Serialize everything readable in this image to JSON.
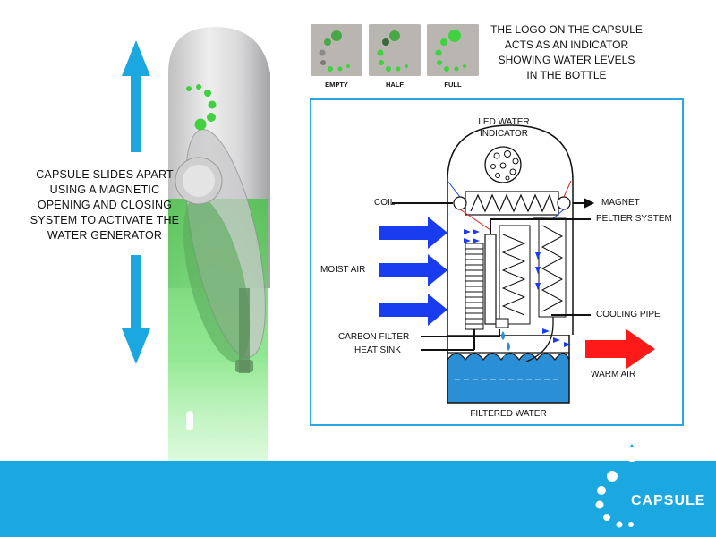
{
  "side_caption": [
    "CAPSULE SLIDES APART",
    "USING A MAGNETIC",
    "OPENING AND CLOSING",
    "SYSTEM TO ACTIVATE THE",
    "WATER GENERATOR"
  ],
  "logo_caption": [
    "THE LOGO ON THE CAPSULE",
    "ACTS AS AN INDICATOR",
    "SHOWING WATER LEVELS",
    "IN THE BOTTLE"
  ],
  "levels": [
    {
      "label": "EMPTY",
      "fill": 0.0
    },
    {
      "label": "HALF",
      "fill": 0.5
    },
    {
      "label": "FULL",
      "fill": 1.0
    }
  ],
  "diagram": {
    "led_label": [
      "LED WATER",
      "INDICATOR"
    ],
    "coil": "COIL",
    "magnet": "MAGNET",
    "peltier": "PELTIER SYSTEM",
    "moist_air": "MOIST AIR",
    "cooling_pipe": "COOLING PIPE",
    "carbon_filter": "CARBON FILTER",
    "heat_sink": "HEAT SINK",
    "warm_air": "WARM AIR",
    "filtered_water": "FILTERED WATER"
  },
  "brand": "CAPSULE",
  "colors": {
    "accent_blue": "#1ba8e0",
    "arrow_blue": "#1a3cf0",
    "warm_red": "#ff1a1a",
    "indicator_green": "#3fd13f",
    "water_blue": "#2b8fd6"
  }
}
